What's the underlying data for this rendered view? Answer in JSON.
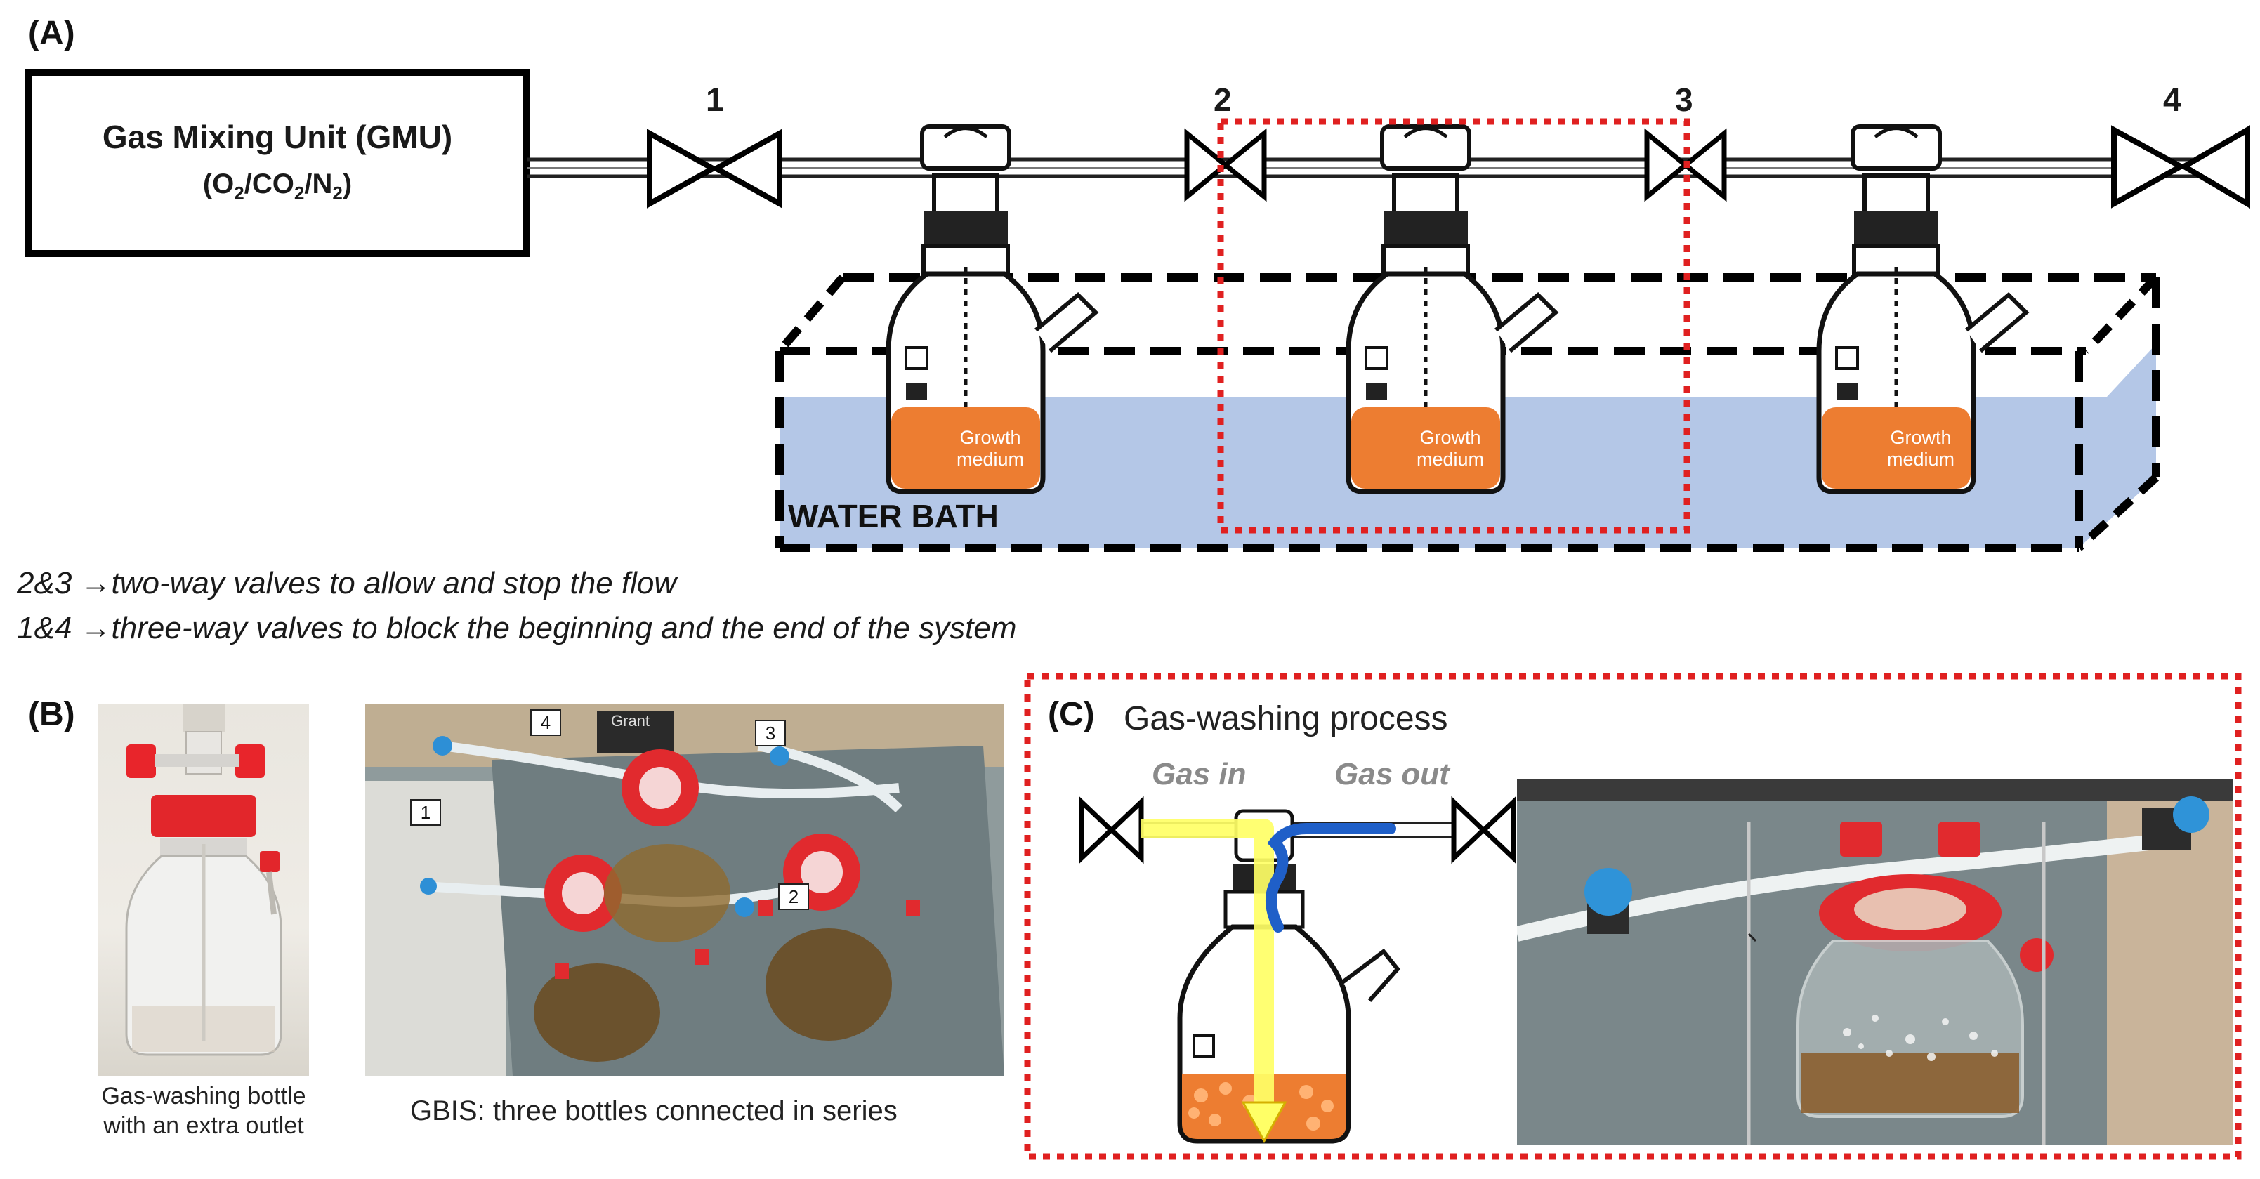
{
  "panel_a": {
    "label": "(A)",
    "gmu_title": "Gas Mixing Unit (GMU)",
    "gmu_gas_o": "O",
    "gmu_sub_2a": "2",
    "gmu_gas_co": "/CO",
    "gmu_sub_2b": "2",
    "gmu_gas_n": "/N",
    "gmu_sub_2c": "2",
    "valve_labels": [
      "1",
      "2",
      "3",
      "4"
    ],
    "bottle_label_line1": "Growth",
    "bottle_label_line2": "medium",
    "water_bath_label": "WATER BATH",
    "note1_prefix": "2&3",
    "note1_text": "two-way valves to allow and stop the flow",
    "note2_prefix": "1&4",
    "note2_text": "three-way valves to block the beginning and the end of the system",
    "arrow_glyph": "→"
  },
  "panel_b": {
    "label": "(B)",
    "caption1_line1": "Gas-washing bottle",
    "caption1_line2": "with an extra outlet",
    "caption2": "GBIS: three bottles connected in series",
    "photo_tags": [
      "4",
      "3",
      "1",
      "2"
    ],
    "photo_brand": "Grant"
  },
  "panel_c": {
    "label": "(C)",
    "title": "Gas-washing process",
    "gas_in": "Gas in",
    "gas_out": "Gas out"
  },
  "colors": {
    "water": "#b4c7e7",
    "medium": "#ed7d31",
    "highlight_border": "#e02020",
    "gas_in_arrow": "#ffff66",
    "gas_out_arrow": "#1f5fc8"
  }
}
